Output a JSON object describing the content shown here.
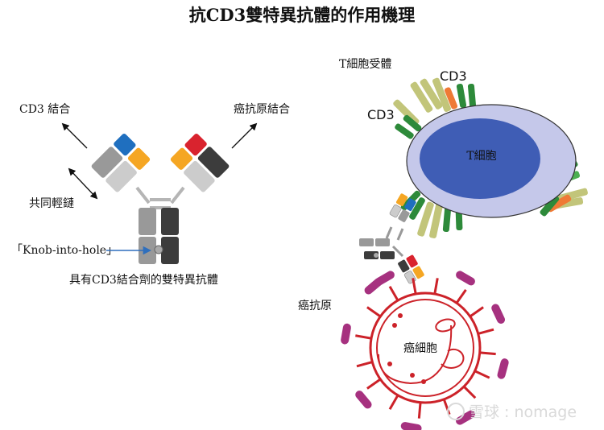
{
  "title": "抗CD3雙特異抗體的作用機理",
  "antibody": {
    "label_cd3_binding": "CD3 結合",
    "label_cancer_antigen_binding": "癌抗原結合",
    "label_common_light_chain": "共同輕鏈",
    "label_knob_into_hole": "「Knob-into-hole」",
    "caption": "具有CD3結合劑的雙特異抗體"
  },
  "tcell": {
    "label_receptor": "T細胞受體",
    "label_cd3_top": "CD3",
    "label_cd3_left": "CD3",
    "label_cell": "T細胞"
  },
  "cancer": {
    "label_antigen": "癌抗原",
    "label_cell": "癌細胞"
  },
  "watermark": "雪球 : nomage",
  "colors": {
    "cd3_domain": "#1f6fbf",
    "tumor_domain": "#d9232e",
    "light_chain": "#f5a623",
    "light_chain_grey": "#cccccc",
    "heavy_grey": "#999999",
    "heavy_dark": "#3c3c3c",
    "arrow_blue": "#2f6fbd",
    "tcell_outer": "#c5c8ea",
    "tcell_inner": "#3f5db5",
    "cancer_red": "#cc2229",
    "antigen_purple": "#a6317f",
    "receptor_olive": "#c2c57a",
    "receptor_green": "#2d8a3a",
    "receptor_orange": "#ef7a35"
  }
}
